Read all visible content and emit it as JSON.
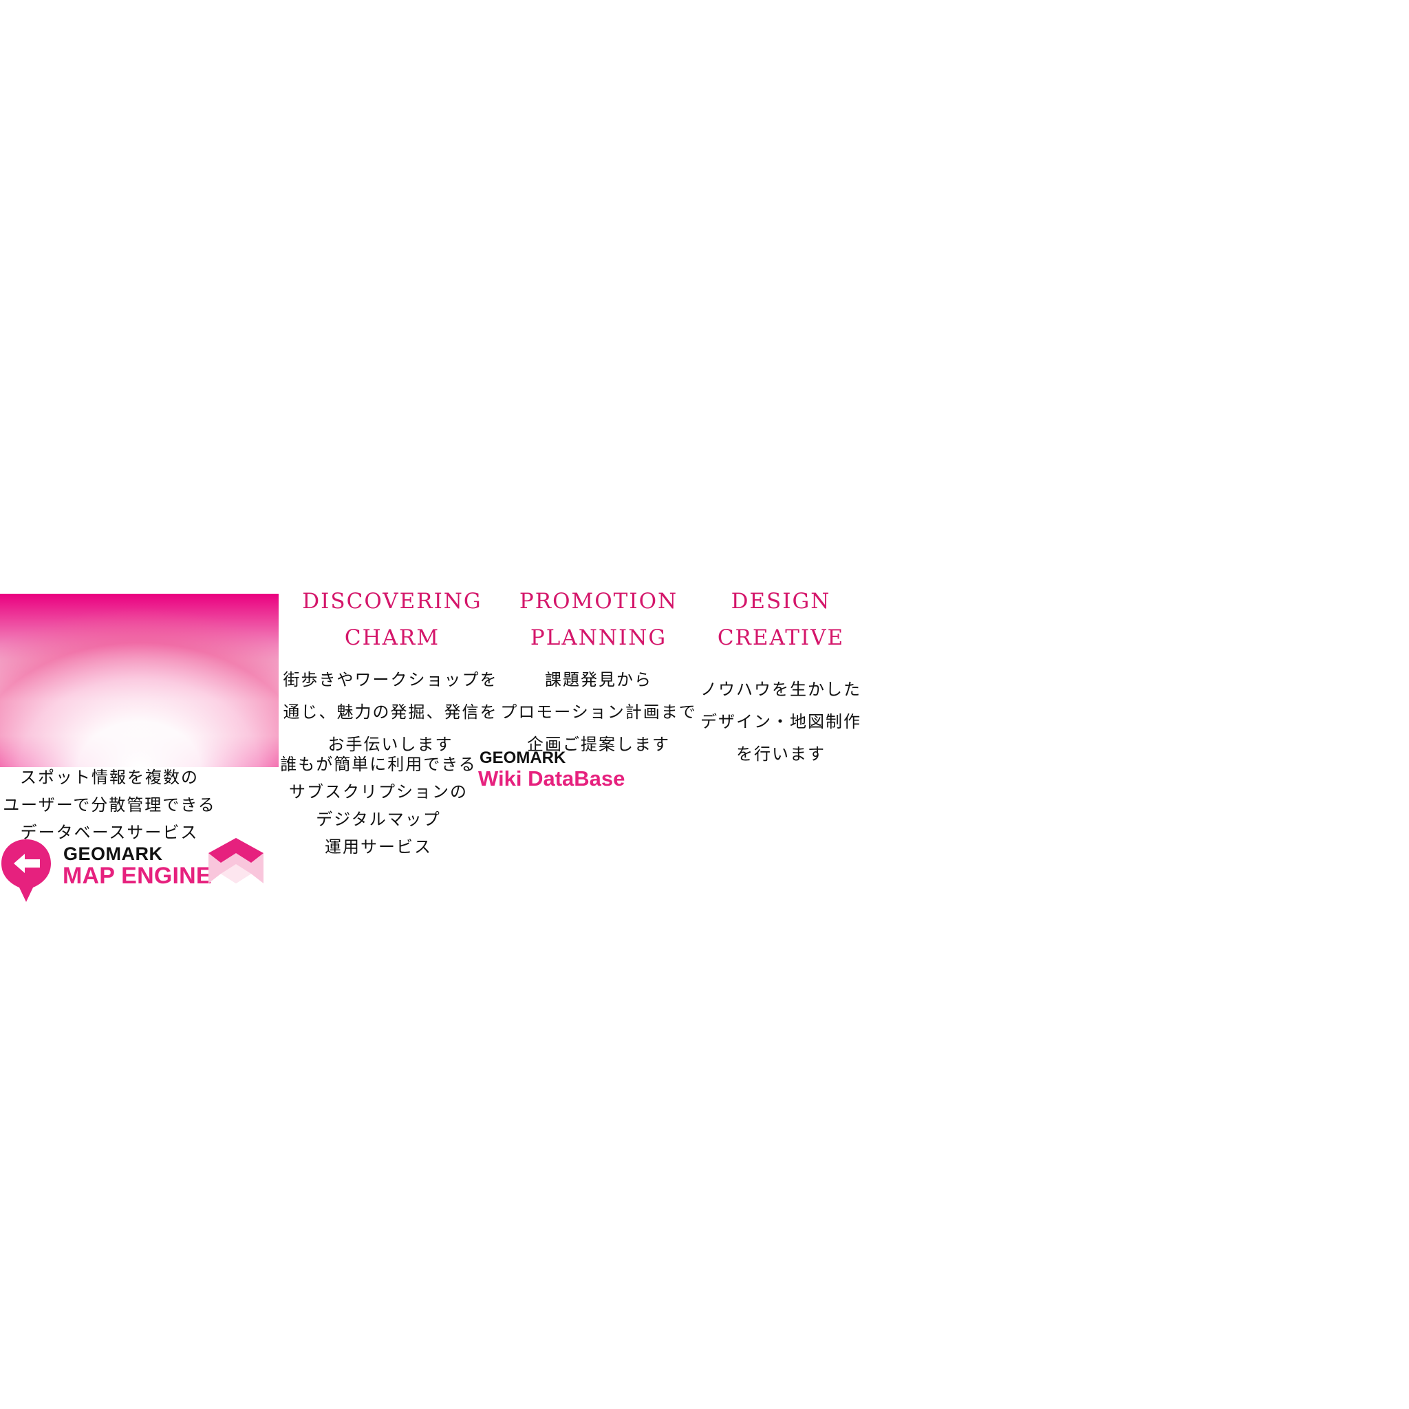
{
  "colors": {
    "accent": "#e6217e",
    "heading": "#d4166a",
    "text": "#111111",
    "background": "#ffffff"
  },
  "features": {
    "discovering": {
      "heading": [
        "DISCOVERING",
        "CHARM"
      ],
      "body": [
        "街歩きやワークショップを",
        "通じ、魅力の発掘、発信を",
        "お手伝いします"
      ]
    },
    "promotion": {
      "heading": [
        "PROMOTION",
        "PLANNING"
      ],
      "body": [
        "課題発見から",
        "プロモーション計画まで",
        "企画ご提案します"
      ]
    },
    "design": {
      "heading": [
        "DESIGN",
        "CREATIVE"
      ],
      "body": [
        "ノウハウを生かした",
        "デザイン・地図制作",
        "を行います"
      ]
    }
  },
  "services": {
    "map_engine": {
      "description": [
        "スポット情報を複数の",
        "ユーザーで分散管理できる",
        "データベースサービス"
      ],
      "logo_top": "GEOMARK",
      "logo_main": "MAP ENGINE",
      "icon": "map-pin-arrow-icon"
    },
    "wiki_database": {
      "description": [
        "誰もが簡単に利用できる",
        "サブスクリプションの",
        "デジタルマップ",
        "運用サービス"
      ],
      "logo_top": "GEOMARK",
      "logo_main": "Wiki DataBase"
    }
  }
}
